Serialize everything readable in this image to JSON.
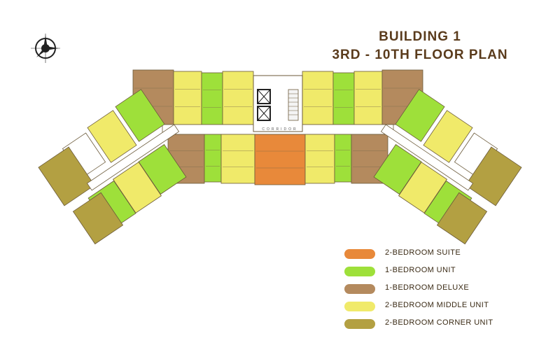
{
  "title": {
    "line1": "BUILDING 1",
    "line2": "3RD - 10TH FLOOR PLAN"
  },
  "compass": {
    "icon": "north-arrow-icon"
  },
  "colors": {
    "suite": "#e8893a",
    "one_bed": "#9ee03a",
    "deluxe": "#b48a5e",
    "middle": "#f0ea6a",
    "corner": "#b3a042",
    "corridor": "#ffffff",
    "outline": "#6b5a3a"
  },
  "corridor_label": "CORRIDOR",
  "legend": [
    {
      "label": "2-BEDROOM SUITE",
      "color": "#e8893a"
    },
    {
      "label": "1-BEDROOM UNIT",
      "color": "#9ee03a"
    },
    {
      "label": "1-BEDROOM DELUXE",
      "color": "#b48a5e"
    },
    {
      "label": "2-BEDROOM MIDDLE UNIT",
      "color": "#f0ea6a"
    },
    {
      "label": "2-BEDROOM CORNER UNIT",
      "color": "#b3a042"
    }
  ]
}
